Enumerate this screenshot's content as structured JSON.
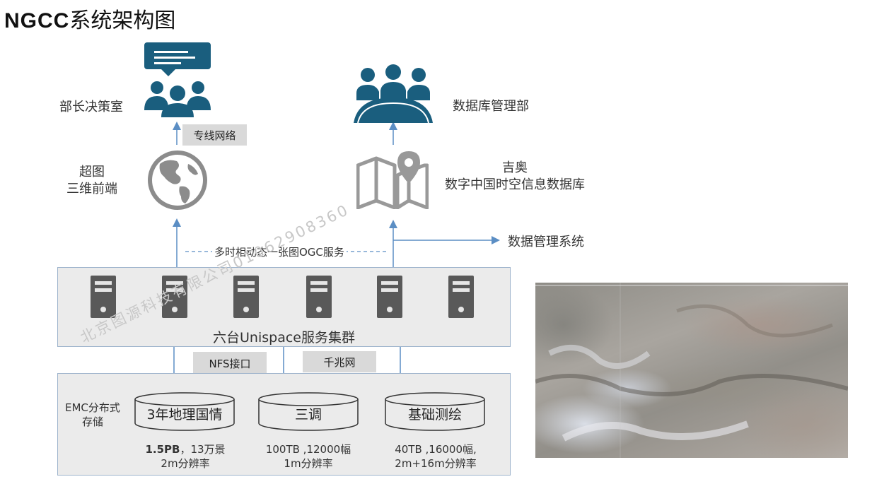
{
  "title": {
    "bold": "NGCC",
    "rest": "系统架构图"
  },
  "top": {
    "minister_office": "部长决策室",
    "db_dept": "数据库管理部",
    "dedicated_network": "专线网络"
  },
  "middle": {
    "frontend_line1": "超图",
    "frontend_line2": "三维前端",
    "geodb_line1": "吉奥",
    "geodb_line2": "数字中国时空信息数据库",
    "data_mgmt_system": "数据管理系统",
    "ogc_service": "多时相动态一张图OGC服务"
  },
  "cluster": {
    "label": "六台Unispace服务集群",
    "server_count": 6
  },
  "connectors": {
    "nfs": "NFS接口",
    "gigabit": "千兆网"
  },
  "storage": {
    "label_line1": "EMC分布式",
    "label_line2": "存储",
    "datasets": [
      {
        "name": "3年地理国情",
        "stat_line1_bold": "1.5PB",
        "stat_line1_rest": "，13万景",
        "stat_line2": "2m分辨率"
      },
      {
        "name": "三调",
        "stat_line1_bold": "",
        "stat_line1_rest": "100TB ,12000幅",
        "stat_line2": "1m分辨率"
      },
      {
        "name": "基础测绘",
        "stat_line1_bold": "",
        "stat_line1_rest": "40TB ,16000幅,",
        "stat_line2": "2m+16m分辨率"
      }
    ]
  },
  "watermark": "北京图源科技有限公司01062908360",
  "colors": {
    "icon_teal": "#1a5e7e",
    "globe_gray": "#8c8c8c",
    "arrow_blue": "#5b8ec4",
    "server_gray": "#595959"
  }
}
